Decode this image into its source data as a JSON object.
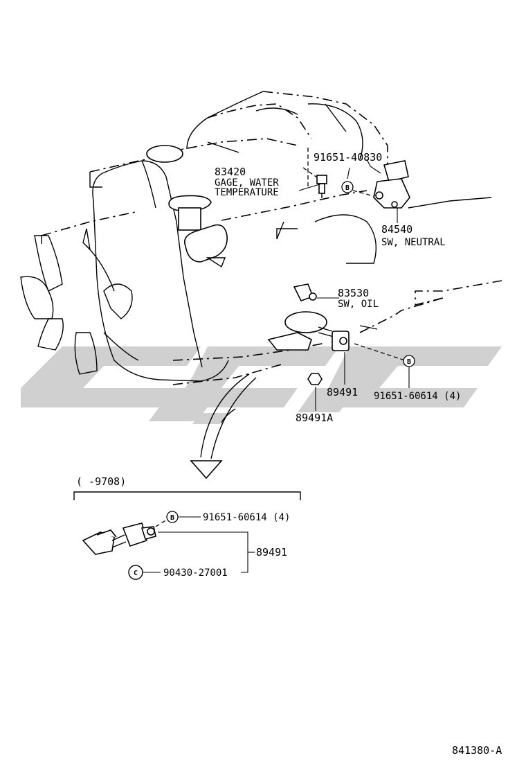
{
  "callouts": {
    "bolt_top": "91651-40830",
    "gage_num": "83420",
    "gage_line1": "GAGE, WATER",
    "gage_line2": "TEMPERATURE",
    "sw_neutral_num": "84540",
    "sw_neutral_name": "SW, NEUTRAL",
    "sw_oil_num": "83530",
    "sw_oil_name": "SW, OIL",
    "sensor_num": "89491",
    "bolt_mid": "91651-60614 (4)",
    "sensor_a_num": "89491A"
  },
  "markers": {
    "b": "B",
    "c": "C"
  },
  "inset": {
    "range": "(       -9708)",
    "bolt": "91651-60614 (4)",
    "sensor": "89491",
    "nut": "90430-27001"
  },
  "footer": {
    "figure_code": "841380-A"
  }
}
